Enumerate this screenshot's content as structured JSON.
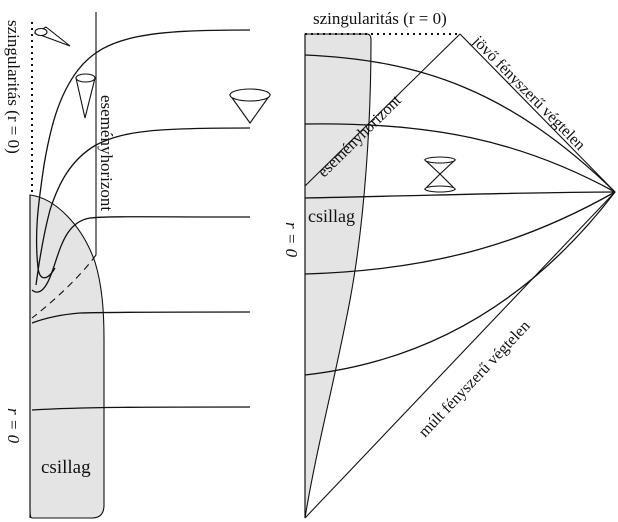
{
  "left_diagram": {
    "singularity_label": "szingularitás (r = 0)",
    "origin_label": "r = 0",
    "horizon_label": "eseményhorizont",
    "star_label": "csillag"
  },
  "right_diagram": {
    "singularity_label": "szingularitás (r = 0)",
    "origin_label": "r = 0",
    "future_infinity_label": "jövő fényszerű végtelen",
    "past_infinity_label": "múlt fényszerű végtelen",
    "horizon_label": "eseményhorizont",
    "star_label": "csillag"
  }
}
